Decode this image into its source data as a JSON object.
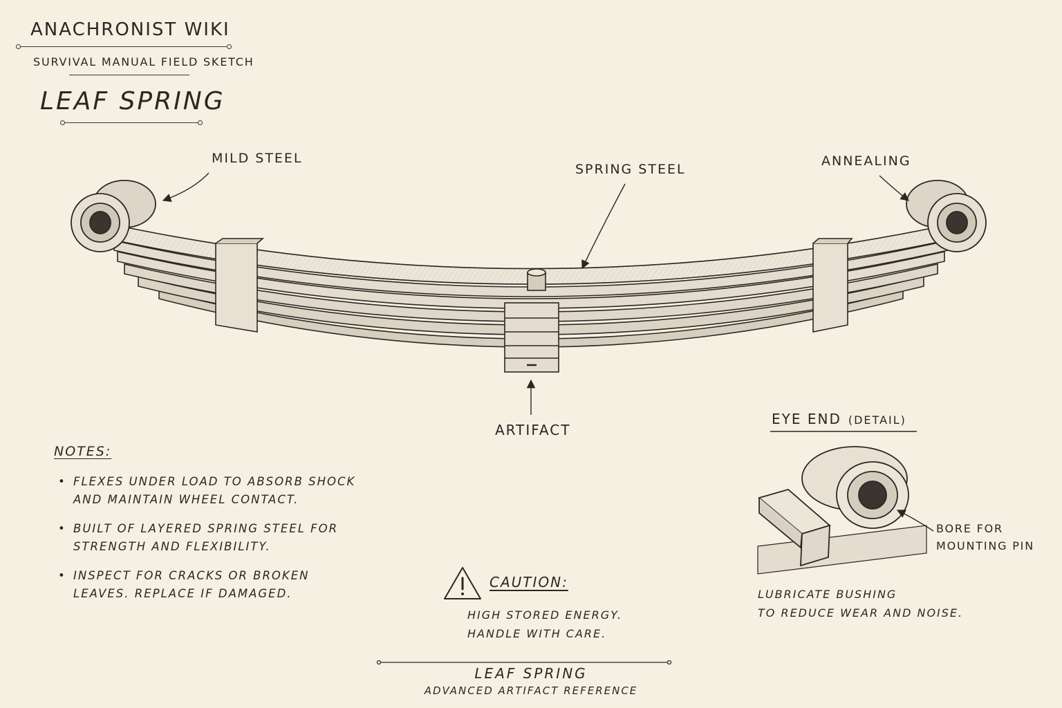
{
  "header": {
    "site_title": "ANACHRONIST WIKI",
    "subtitle": "SURVIVAL MANUAL FIELD SKETCH",
    "page_title": "LEAF SPRING"
  },
  "callouts": {
    "mild_steel": "MILD STEEL",
    "spring_steel": "SPRING STEEL",
    "annealing": "ANNEALING",
    "artifact": "ARTIFACT"
  },
  "notes": {
    "heading": "NOTES:",
    "items": [
      "FLEXES UNDER LOAD TO ABSORB SHOCK AND MAINTAIN WHEEL CONTACT.",
      "BUILT OF LAYERED SPRING STEEL FOR STRENGTH AND FLEXIBILITY.",
      "INSPECT FOR CRACKS OR BROKEN LEAVES. REPLACE IF DAMAGED."
    ]
  },
  "caution": {
    "heading": "CAUTION:",
    "body": "HIGH STORED ENERGY.\nHANDLE WITH CARE."
  },
  "detail": {
    "heading": "EYE END",
    "heading_small": "(DETAIL)",
    "bore_label": "BORE FOR\nMOUNTING PIN",
    "note": "LUBRICATE BUSHING\nTO REDUCE WEAR AND NOISE."
  },
  "footer": {
    "title": "LEAF SPRING",
    "subtitle": "ADVANCED ARTIFACT REFERENCE"
  },
  "icons": [
    "warning-triangle-icon"
  ],
  "colors": {
    "paper": "#f6f0e3",
    "ink": "#2a2622",
    "steel_fill": "#d9d2c4"
  }
}
